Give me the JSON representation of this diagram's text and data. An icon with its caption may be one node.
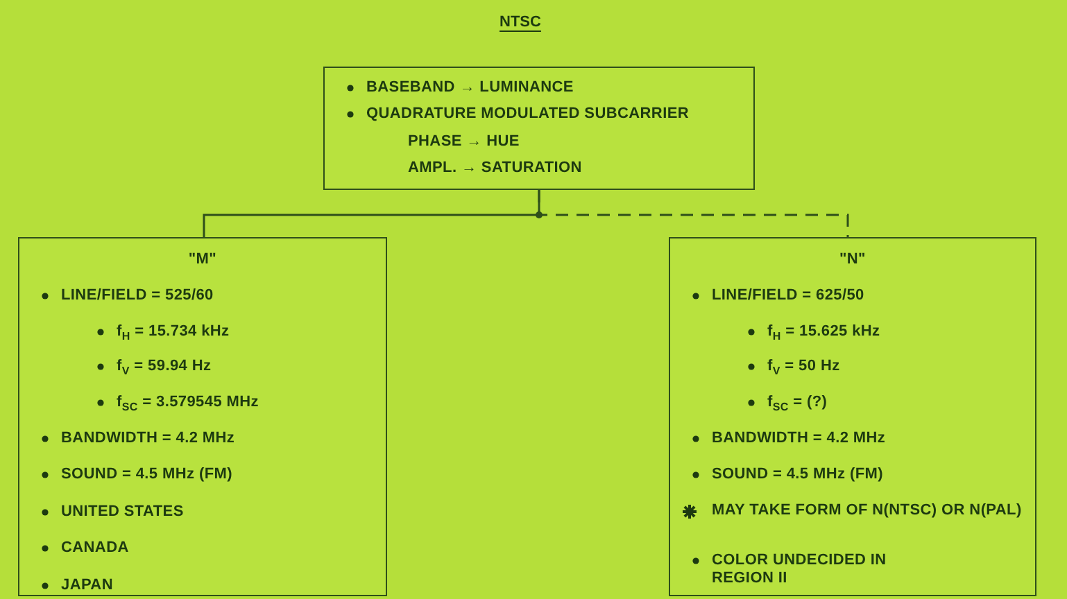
{
  "diagram": {
    "title": "NTSC",
    "nodes": [
      {
        "text": [
          "BASEBAND → LUMINANCE",
          "QUADRATURE MODULATED SUBCARRIER",
          "PHASE → HUE",
          "AMPL. → SATURATION"
        ]
      },
      {
        "text": [
          "\"M\"",
          "LINE/FIELD = 525/60",
          "f$_{H}$ = 15.734 kHz",
          "f$_{V}$ = 59.94 Hz",
          "f$_{SC}$ = 3.579545 MHz",
          "BANDWIDTH = 4.2 MHz",
          "SOUND = 4.5 MHz (FM)",
          "UNITED STATES",
          "CANADA",
          "JAPAN"
        ]
      },
      {
        "text": [
          "\"N\"",
          "LINE/FIELD = 625/50",
          "f$_{H}$ = 15.625 kHz",
          "f$_{V}$ = 50 Hz",
          "f$_{SC}$ = (?)",
          "BANDWIDTH = 4.2 MHz",
          "SOUND = 4.5 MHz (FM)",
          "MAY TAKE FORM OF N(NTSC) OR N(PAL)",
          "COLOR UNDECIDED IN REGION II"
        ]
      }
    ],
    "edges": [
      {
        "from": 0,
        "to": 1,
        "arrow": "none"
      },
      {
        "from": 0,
        "to": 2,
        "arrow": "none",
        "style": "dashed"
      }
    ]
  }
}
